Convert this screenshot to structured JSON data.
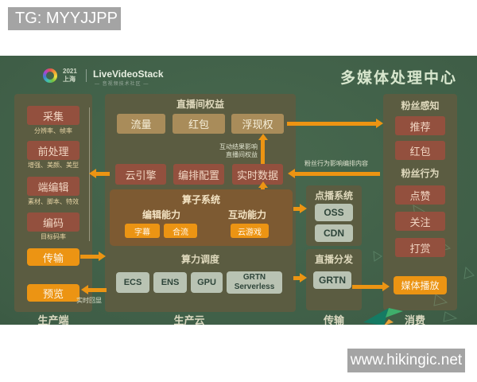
{
  "watermarks": {
    "top": "TG: MYYJJPP",
    "bottom": "www.hikingic.net"
  },
  "header": {
    "year": "2021",
    "city": "上海",
    "brand": "LiveVideoStack",
    "tagline": "— 音视频技术社区 —",
    "title": "多媒体处理中心"
  },
  "production_client": {
    "steps": [
      {
        "label": "采集",
        "sub": "分辨率、帧率"
      },
      {
        "label": "前处理",
        "sub": "增强、美颜、美型"
      },
      {
        "label": "端编辑",
        "sub": "素材、脚本、特效"
      },
      {
        "label": "编码",
        "sub": "目标码率"
      }
    ],
    "transfer": "传输",
    "preview": "预览",
    "footer": "生产端"
  },
  "production_cloud": {
    "rights": {
      "title": "直播间权益",
      "items": [
        "流量",
        "红包",
        "浮现权"
      ]
    },
    "engine": [
      "云引擎",
      "编排配置",
      "实时数据"
    ],
    "operator": {
      "title": "算子系统",
      "edit": {
        "title": "编辑能力",
        "items": [
          "字幕",
          "合流"
        ]
      },
      "interact": {
        "title": "互动能力",
        "items": [
          "云游戏"
        ]
      }
    },
    "scheduler": {
      "title": "算力调度",
      "items": [
        "ECS",
        "ENS",
        "GPU",
        "GRTN Serverless"
      ]
    },
    "footer": "生产云"
  },
  "transport": {
    "vod": {
      "title": "点播系统",
      "items": [
        "OSS",
        "CDN"
      ]
    },
    "live": {
      "title": "直播分发",
      "items": [
        "GRTN"
      ]
    },
    "footer": "传输"
  },
  "consumption": {
    "perception": {
      "title": "粉丝感知",
      "items": [
        "推荐",
        "红包"
      ]
    },
    "behavior": {
      "title": "粉丝行为",
      "items": [
        "点赞",
        "关注",
        "打赏"
      ]
    },
    "player": "媒体播放",
    "footer": "消费"
  },
  "annotations": {
    "interaction_line1": "互动结果影响",
    "interaction_line2": "直播间权益",
    "fan_influence": "粉丝行为影响编排内容",
    "realtime_echo": "实时回显"
  },
  "colors": {
    "accent_orange": "#ec9413",
    "box_red": "#93503e",
    "box_tan": "#a98c5a",
    "panel_olive": "#5b5c41",
    "operator_brown": "#7d5a32",
    "box_gray": "#b9c3b3",
    "slide_green": "#3e5d46"
  }
}
